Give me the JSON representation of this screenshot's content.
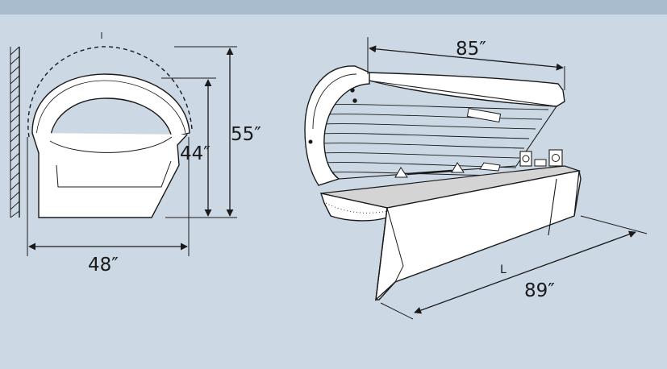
{
  "diagram": {
    "front_view": {
      "height_open": "55″",
      "height_closed": "44″",
      "width": "48″"
    },
    "side_view": {
      "canopy_length": "85″",
      "length_label": "L",
      "length": "89″"
    }
  },
  "colors": {
    "background": "#ccd8e4",
    "top_band": "#a9bccd",
    "line": "#1a1a1a",
    "fill": "#ffffff",
    "bed_fill": "#d4d4d4"
  }
}
